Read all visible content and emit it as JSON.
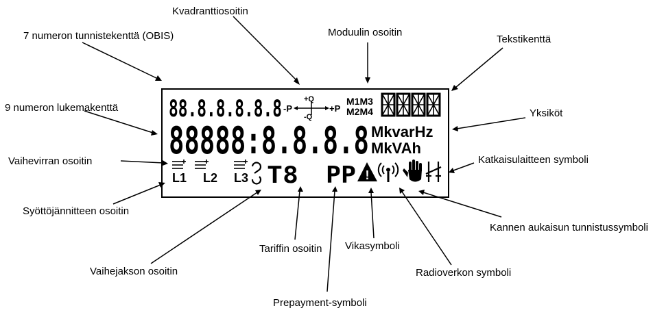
{
  "labels": {
    "kvadrantti": "Kvadranttiosoitin",
    "obis": "7 numeron tunnistekenttä (OBIS)",
    "moduuli": "Moduulin osoitin",
    "teksti": "Tekstikenttä",
    "lukema": "9 numeron lukemakenttä",
    "yksikot": "Yksiköt",
    "vaihevirta": "Vaihevirran osoitin",
    "katkaisu": "Katkaisulaitteen symboli",
    "syotto": "Syöttöjännitteen osoitin",
    "kansi": "Kannen aukaisun tunnistussymboli",
    "tariffi": "Tariffin osoitin",
    "vika": "Vikasymboli",
    "vaihejakso": "Vaihejakson osoitin",
    "radio": "Radioverkon symboli",
    "prepayment": "Prepayment-symboli"
  },
  "display": {
    "obis_digits": "88.8.8.8.8.8",
    "quadrant_minus_p": "-P",
    "quadrant_plus_p": "+P",
    "quadrant_plus_q": "+Q",
    "quadrant_minus_q": "-Q",
    "module_row1": "M1M3",
    "module_row2": "M2M4",
    "reading_digits": "88888:8.8.8.8",
    "units_row1": "MkvarHz",
    "units_row2": "MkVAh",
    "phase_l1": "L1",
    "phase_l2": "L2",
    "phase_l3": "L3",
    "tariff": "T8",
    "prepayment": "PP",
    "alert": "!"
  },
  "icons": {
    "phase_current": "phase-current-icon",
    "phase_sequence": "phase-sequence-icon",
    "fault": "warning-triangle-icon",
    "radio": "radio-antenna-icon",
    "cover": "hand-icon",
    "breaker": "breaker-switch-icon",
    "text_field": "segment-grid-icon"
  }
}
